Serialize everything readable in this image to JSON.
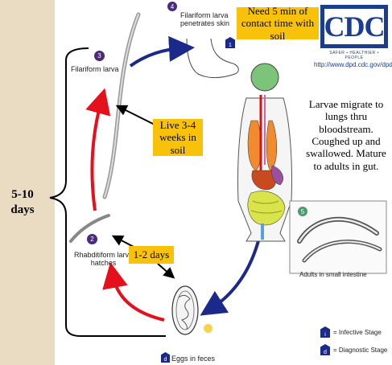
{
  "sidebar": {
    "days_label": "5-10\ndays"
  },
  "stages": {
    "s1_num": "1",
    "s2_num": "2",
    "s3_num": "3",
    "s4_num": "4",
    "s5_num": "5",
    "s6_num": "d",
    "filariform_penetrates": "Filariform larva\npenetrates skin",
    "filariform_larva": "Filariform larva",
    "rhabditiform": "Rhabditiform larva\nhatches",
    "eggs": "Eggs in feces",
    "adults": "Adults in small intestine"
  },
  "callouts": {
    "contact_time": "Need 5 min of contact time with soil",
    "live_soil": "Live 3-4 weeks in soil",
    "hatch_days": "1-2 days",
    "migration": "Larvae migrate to lungs thru bloodstream. Coughed up and swallowed. Mature to adults in gut."
  },
  "logo": {
    "text": "CDC",
    "tagline": "SAFER • HEALTHIER • PEOPLE",
    "url": "http://www.dpd.cdc.gov/dpdx"
  },
  "legend": {
    "infective_mark": "i",
    "infective": "= Infective Stage",
    "diagnostic_mark": "d",
    "diagnostic": "= Diagnostic Stage"
  },
  "colors": {
    "sidebar": "#e9dcc2",
    "callout": "#f9c20a",
    "arrow_red": "#e4101c",
    "arrow_blue": "#1b2a8a",
    "stage_circle": "#4a2a7a",
    "cdc_blue": "#1b3d8f"
  }
}
